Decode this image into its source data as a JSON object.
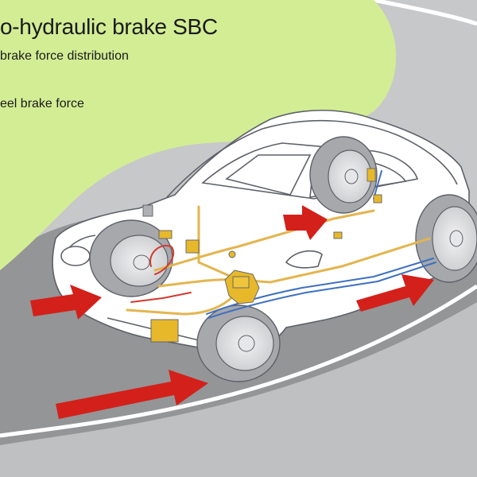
{
  "diagram": {
    "title": "o-hydraulic brake SBC",
    "lines": [
      "brake force distribution",
      "eel brake force"
    ]
  },
  "colors": {
    "background_green": "#d3ed95",
    "road_dark": "#8f9092",
    "road_light": "#c2c3c5",
    "car_outline": "#5d6168",
    "hydraulic_line_yellow": "#e3b54f",
    "brake_line_blue": "#3f6fc0",
    "brake_line_red": "#d23a2f",
    "force_arrow_red": "#d3201a",
    "component_yellow": "#e8b82b",
    "tire_gray": "#a6a8ac"
  },
  "icons": [
    "force-arrow",
    "brake-disc",
    "wheel-tire"
  ]
}
